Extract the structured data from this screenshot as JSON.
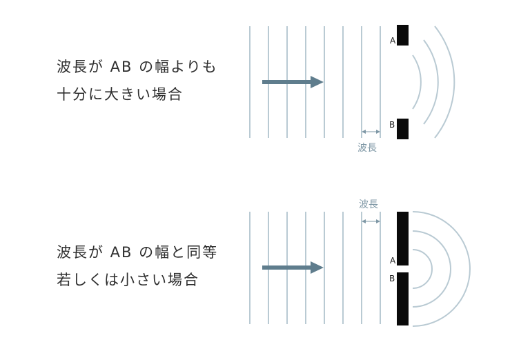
{
  "case_wide": {
    "caption_line1": "波長が AB の幅よりも",
    "caption_line2": "十分に大きい場合",
    "label_a": "A",
    "label_b": "B",
    "wavelength_label": "波長"
  },
  "case_narrow": {
    "caption_line1": "波長が AB の幅と同等",
    "caption_line2": "若しくは小さい場合",
    "label_a": "A",
    "label_b": "B",
    "wavelength_label": "波長"
  },
  "colors": {
    "wavefront": "#b9cad3",
    "arrow": "#5f7d8d",
    "wall": "#0a0a0a",
    "wavelength_annotation": "#7e97a5"
  }
}
